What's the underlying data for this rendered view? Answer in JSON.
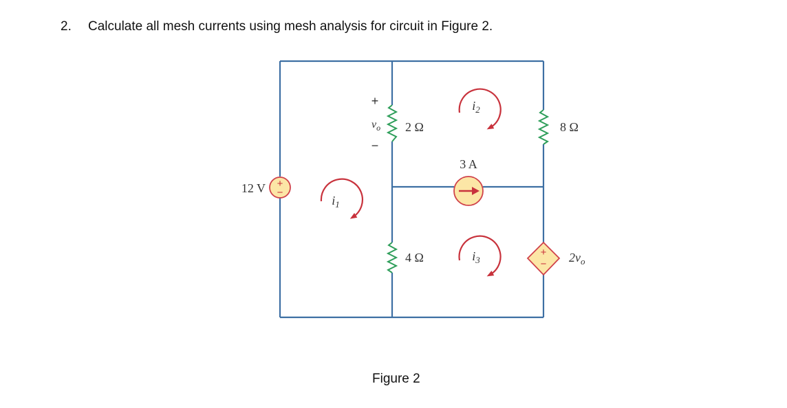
{
  "question": {
    "number": "2.",
    "text": "Calculate all mesh currents using mesh analysis for circuit in Figure 2."
  },
  "figure": {
    "caption": "Figure 2",
    "voltage_source": {
      "label": "12 V",
      "plus": "+",
      "minus": "−"
    },
    "resistor_2": {
      "label": "2 Ω",
      "voltage_label": "v",
      "voltage_sub": "o",
      "plus": "+",
      "minus": "−"
    },
    "resistor_4": {
      "label": "4 Ω"
    },
    "resistor_8": {
      "label": "8 Ω"
    },
    "current_source": {
      "label": "3 A"
    },
    "dependent_source": {
      "label": "2v",
      "label_sub": "o",
      "plus": "+",
      "minus": "−"
    },
    "mesh_currents": [
      {
        "name": "i",
        "sub": "1"
      },
      {
        "name": "i",
        "sub": "2"
      },
      {
        "name": "i",
        "sub": "3"
      }
    ],
    "colors": {
      "wire": "#3d6fa3",
      "resistor": "#2e9e5a",
      "source_fill": "#fce6a6",
      "source_stroke": "#d0424a",
      "arrow": "#c8323c"
    }
  }
}
